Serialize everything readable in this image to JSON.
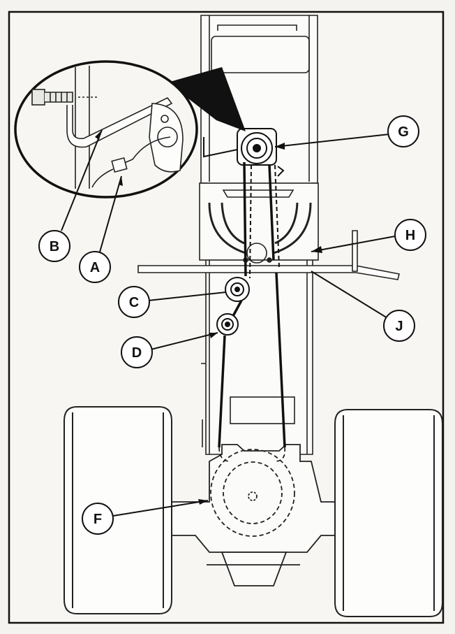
{
  "labels": {
    "A": "A",
    "B": "B",
    "C": "C",
    "D": "D",
    "F": "F",
    "G": "G",
    "H": "H",
    "J": "J"
  },
  "colors": {
    "ink": "#1a1a1a",
    "paper": "#f4f3ef",
    "part_fill": "#ffffff"
  }
}
